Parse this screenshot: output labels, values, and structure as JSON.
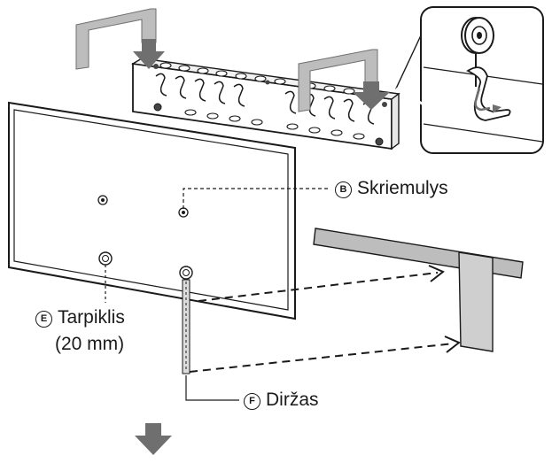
{
  "labels": {
    "b": {
      "letter": "B",
      "text": "Skriemulys"
    },
    "e": {
      "letter": "E",
      "text": "Tarpiklis",
      "subtext": "(20 mm)"
    },
    "f": {
      "letter": "F",
      "text": "Diržas"
    }
  },
  "colors": {
    "line": "#1a1a1a",
    "tv_fill": "#ffffff",
    "bracket_fill": "#ffffff",
    "arrow_gray": "#6f6f6f",
    "arrow_light": "#a8a8a8",
    "post_fill": "#cfcfcf",
    "shelf_fill": "#bdbdbd"
  },
  "icons": [
    "down-arrow-icon",
    "hook-arrow-icon",
    "magnifier-callout-icon",
    "dashed-arrow-icon"
  ]
}
